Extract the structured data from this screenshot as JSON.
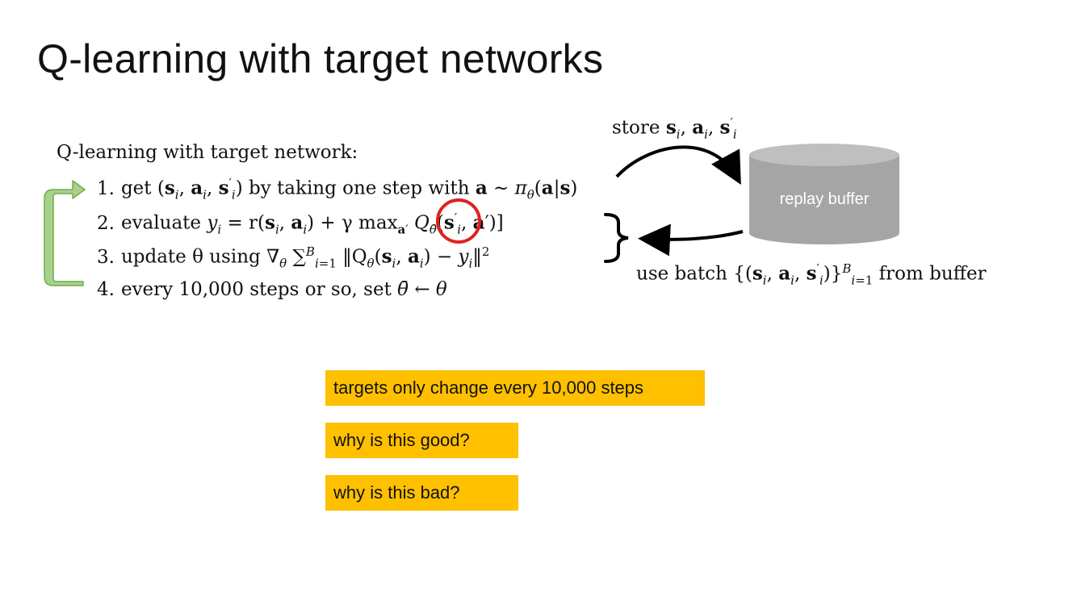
{
  "slide": {
    "title": "Q-learning with target networks"
  },
  "algorithm": {
    "heading": "Q-learning with target network:",
    "steps": [
      {
        "num": "1.",
        "text_a": "get (",
        "text_b": ") by taking one step with",
        "text_c": "∼"
      },
      {
        "num": "2.",
        "text_a": "evaluate",
        "text_b": "= r(",
        "text_c": ") + γ max"
      },
      {
        "num": "3.",
        "text_a": "update θ using ∇",
        "text_b": "∑",
        "text_c": "‖Q"
      },
      {
        "num": "4.",
        "text_a": "every 10,000 steps or so, set",
        "text_b": "θ̄ ← θ"
      }
    ]
  },
  "diagram": {
    "store_label": "store",
    "replay_buffer_label": "replay buffer",
    "batch_label_a": "use batch",
    "batch_label_b": "from buffer",
    "colors": {
      "cylinder": "#a5a5a5",
      "cylinder_top": "#bfbfbf",
      "loop_arrow_fill": "#a9d18e",
      "loop_arrow_stroke": "#70ad47",
      "highlight_circle": "#e02020"
    }
  },
  "callouts": [
    {
      "text": "targets only change every 10,000 steps"
    },
    {
      "text": "why is this good?"
    },
    {
      "text": "why is this bad?"
    }
  ],
  "colors": {
    "callout_bg": "#ffc000"
  }
}
